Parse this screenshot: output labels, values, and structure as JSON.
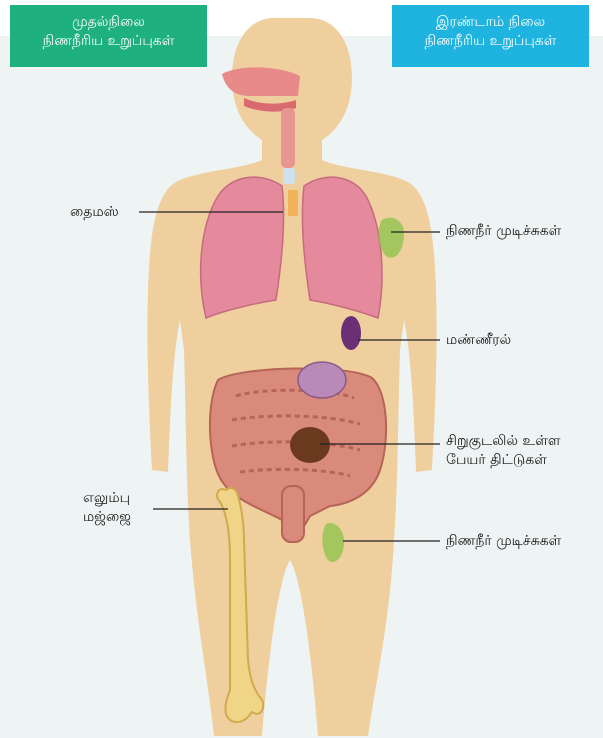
{
  "tags": {
    "primary": {
      "line1": "முதல்நிலை",
      "line2": "நிணநீரிய உறுப்புகள்"
    },
    "secondary": {
      "line1": "இரண்டாம் நிலை",
      "line2": "நிணநீரிய உறுப்புகள்"
    }
  },
  "labels": {
    "thymus": "தைமஸ்",
    "lymph_nodes_upper": "நிணநீர் முடிச்சுகள்",
    "spleen": "மண்ணீரல்",
    "peyers_line1": "சிறுகுடலில் உள்ள",
    "peyers_line2": "பேயர் திட்டுகள்",
    "bone_marrow_line1": "எலும்பு",
    "bone_marrow_line2": "மஜ்ஜை",
    "lymph_nodes_lower": "நிணநீர் முடிச்சுகள்"
  },
  "colors": {
    "primary_tag": "#1fb080",
    "secondary_tag": "#1fb4df",
    "skin": "#efcf9e",
    "lung": "#e48a9c",
    "intestine": "#d98a7a",
    "spleen": "#6a2f74",
    "lymph_node": "#8bc34a",
    "bone": "#f0d488",
    "peyers_patch": "#6b3a1e"
  }
}
